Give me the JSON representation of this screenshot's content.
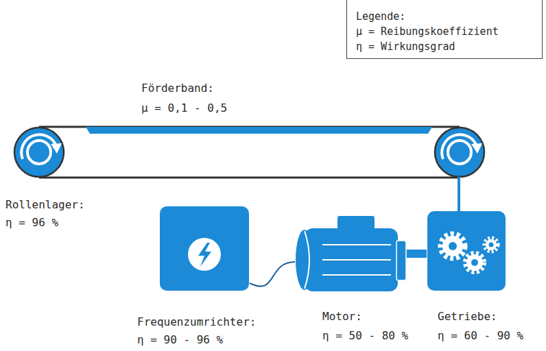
{
  "diagram": {
    "nodes": [
      {
        "text": [
          "Förderband:",
          "μ = 0,1 - 0,5"
        ]
      },
      {
        "text": [
          "Rollenlager:",
          "η = 96 %"
        ]
      },
      {
        "text": [
          "Frequenzumrichter:",
          "η = 90 - 96 %"
        ]
      },
      {
        "text": [
          "Motor:",
          "η = 50 - 80 %"
        ]
      },
      {
        "text": [
          "Getriebe:",
          "η = 60 - 90 %"
        ]
      }
    ],
    "edges": [
      {
        "from": 2,
        "to": 3,
        "arrow": "none"
      },
      {
        "from": 3,
        "to": 4,
        "arrow": "none"
      }
    ],
    "labels": [
      "Legende:"
    ],
    "legend": [
      {
        "text": "μ = Reibungskoeffizient"
      },
      {
        "text": "η = Wirkungsgrad"
      }
    ]
  }
}
